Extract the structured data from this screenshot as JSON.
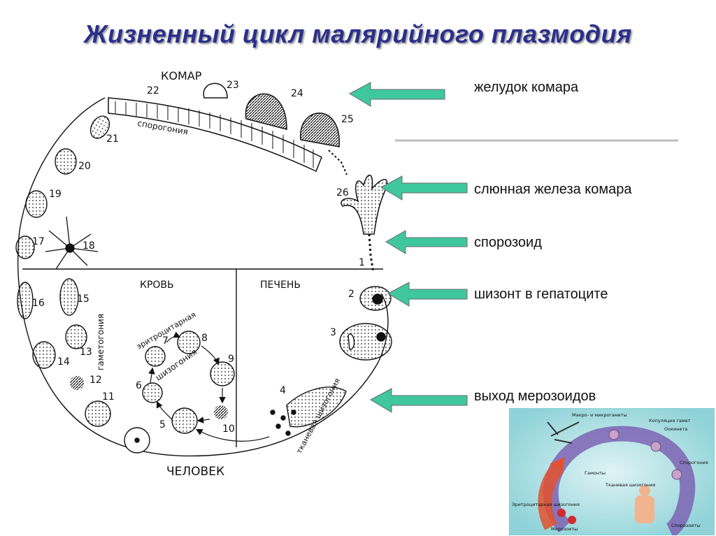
{
  "title": "Жизненный цикл малярийного плазмодия",
  "diagram": {
    "mosquito_label": "КОМАР",
    "sporogony_label": "спорогония",
    "blood_label": "КРОВЬ",
    "liver_label": "ПЕЧЕНЬ",
    "human_label": "ЧЕЛОВЕК",
    "gametogony_label": "гаметогония",
    "erythrocytic_label": "эритроцитарная",
    "schizogony_label": "шизогония",
    "tissue_schizogony_label": "тканевая шизогония",
    "stage_numbers": [
      "1",
      "2",
      "3",
      "4",
      "5",
      "6",
      "7",
      "8",
      "9",
      "10",
      "11",
      "12",
      "13",
      "14",
      "15",
      "16",
      "17",
      "18",
      "19",
      "20",
      "21",
      "22",
      "23",
      "24",
      "25",
      "26"
    ]
  },
  "callouts": [
    {
      "text": "желудок комара",
      "arrow_color": "#3fc79d"
    },
    {
      "text": "слюнная железа комара",
      "arrow_color": "#3fc79d"
    },
    {
      "text": "спорозоид",
      "arrow_color": "#3fc79d"
    },
    {
      "text": "шизонт в гепатоците",
      "arrow_color": "#3fc79d"
    },
    {
      "text": "выход мерозоидов",
      "arrow_color": "#3fc79d"
    }
  ],
  "inset": {
    "labels": [
      "Макро- и микрогаметы",
      "Копуляция гамет",
      "Оокинета",
      "Спорогония",
      "Гамонты",
      "Тканевая шизогония",
      "Эритроцитарная шизогония",
      "Мерозоиты",
      "Спорозоиты"
    ]
  }
}
